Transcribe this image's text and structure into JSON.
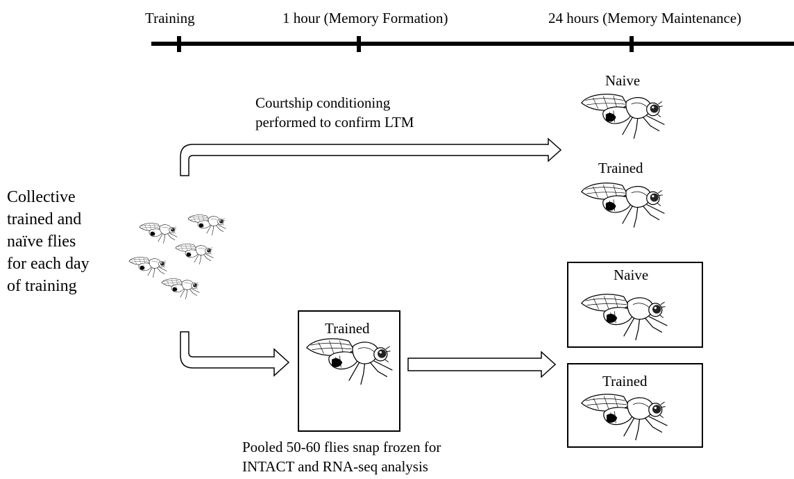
{
  "timeline": {
    "training": "Training",
    "one_hour": "1 hour (Memory Formation)",
    "twentyfour_hours": "24 hours (Memory Maintenance)"
  },
  "left_label": [
    "Collective",
    "trained and",
    "naïve flies",
    "for each day",
    "of training"
  ],
  "top_branch": {
    "caption": [
      "Courtship conditioning",
      "performed to confirm LTM"
    ],
    "naive": "Naive",
    "trained": "Trained"
  },
  "bottom_branch": {
    "mid_box_label": "Trained",
    "right_top_label": "Naive",
    "right_bottom_label": "Trained",
    "caption": [
      "Pooled 50-60 flies snap frozen for",
      "INTACT and RNA-seq analysis"
    ]
  },
  "colors": {
    "line": "#000000",
    "background": "#ffffff"
  },
  "icons": [
    "fruit-fly-icon"
  ]
}
